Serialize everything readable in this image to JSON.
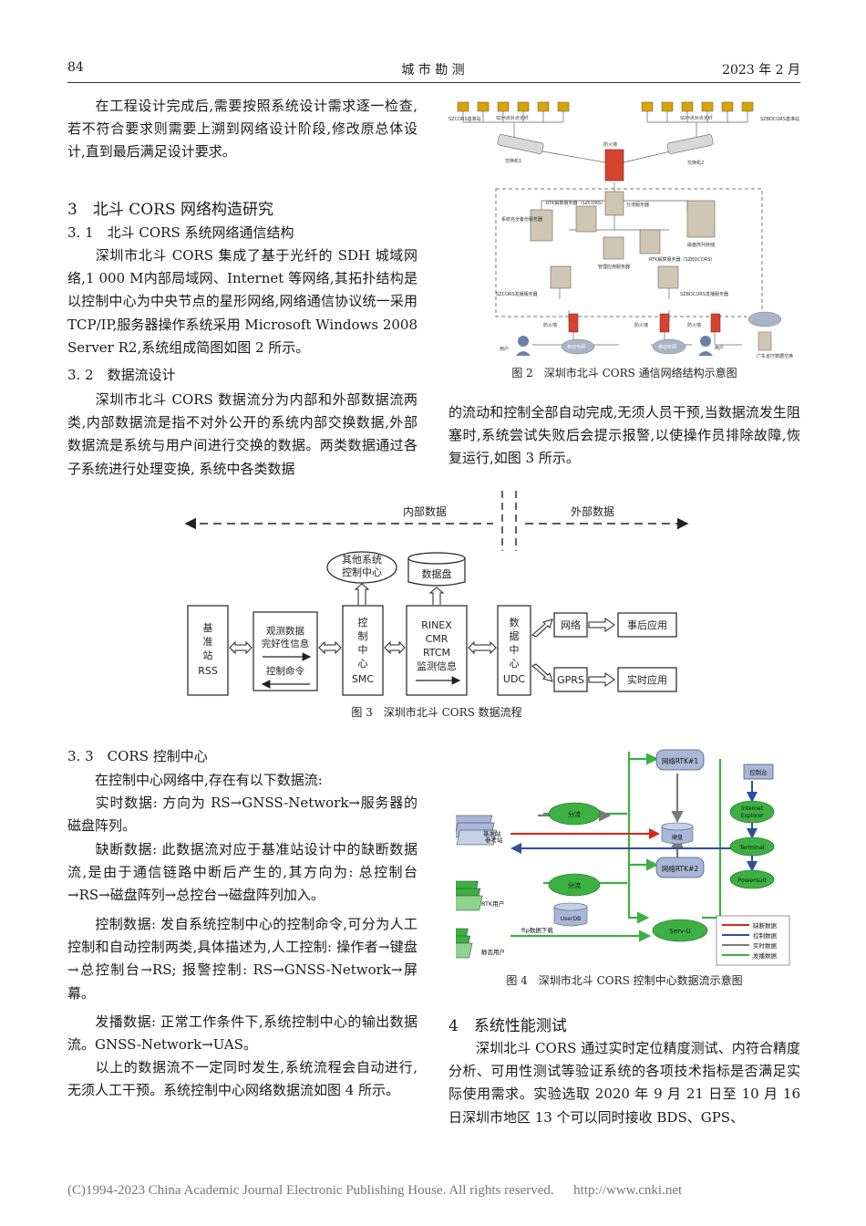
{
  "header": {
    "page_number": "84",
    "journal": "城 市 勘 测",
    "date": "2023 年 2 月"
  },
  "left_top": {
    "p1": "在工程设计完成后,需要按照系统设计需求逐一检查,若不符合要求则需要上溯到网络设计阶段,修改原总体设计,直到最后满足设计要求。",
    "section3_title": "3　北斗 CORS 网络构造研究",
    "s31_title": "3. 1　北斗 CORS 系统网络通信结构",
    "p2": "深圳市北斗 CORS 集成了基于光纤的 SDH 城域网络,1 000 M内部局域网、Internet 等网络,其拓扑结构是以控制中心为中央节点的星形网络,网络通信协议统一采用 TCP/IP,服务器操作系统采用 Microsoft Windows 2008 Server R2,系统组成简图如图 2 所示。",
    "s32_title": "3. 2　数据流设计",
    "p3": "深圳市北斗 CORS 数据流分为内部和外部数据流两类,内部数据流是指不对外公开的系统内部交换数据,外部数据流是系统与用户间进行交换的数据。两类数据通过各子系统进行处理变换, 系统中各类数据"
  },
  "fig2": {
    "caption": "图 2　深圳市北斗 CORS 通信网络结构示意图",
    "labels": {
      "szcors": "SZCORS基准站",
      "sdh_l": "SDH点对点光纤",
      "sdh_r": "SDH点对点光纤",
      "szbd": "SZBDCORS基准站",
      "sw1": "交换机1",
      "sw2": "交换机2",
      "fw": "防火墙",
      "backup": "系统完全备份服务器",
      "rtk1": "RTK解算服务器（SZCORS）",
      "split": "分流服务器",
      "mgmt": "管理应用服务器",
      "array": "磁盘阵列存储",
      "rtk2": "RTK解算服务器（SZBDCORS）",
      "bc1": "SZCORS发播服务器",
      "bc2": "SZBDCORS发播服务器",
      "fw1": "防火墙",
      "fw2": "防火墙",
      "fw3": "防火墙",
      "user1": "用户",
      "user2": "用户",
      "net1": "移动专网",
      "net2": "移动专网",
      "gd": "广东省厅数据交换"
    }
  },
  "right_top": {
    "p1": "的流动和控制全部自动完成,无须人员干预,当数据流发生阻塞时,系统尝试失败后会提示报警,以使操作员排除故障,恢复运行,如图 3 所示。"
  },
  "fig3": {
    "caption": "图 3　深圳市北斗 CORS 数据流程",
    "internal": "内部数据",
    "external": "外部数据",
    "other_center_1": "其他系统",
    "other_center_2": "控制中心",
    "disk": "数据盘",
    "rss": [
      "基",
      "准",
      "站",
      "RSS"
    ],
    "obs_1": "观测数据",
    "obs_2": "完好性信息",
    "ctrl_cmd": "控制命令",
    "smc": [
      "控",
      "制",
      "中",
      "心",
      "SMC"
    ],
    "rinex": [
      "RINEX",
      "CMR",
      "RTCM",
      "监测信息"
    ],
    "udc": [
      "数",
      "据",
      "中",
      "心",
      "UDC"
    ],
    "network": "网络",
    "gprs": "GPRS",
    "post_app": "事后应用",
    "rt_app": "实时应用"
  },
  "left_bottom": {
    "s33_title": "3. 3　CORS 控制中心",
    "p1": "在控制中心网络中,存在有以下数据流:",
    "p2": "实时数据: 方向为 RS→GNSS-Network→服务器的磁盘阵列。",
    "p3": "缺断数据: 此数据流对应于基准站设计中的缺断数据流,是由于通信链路中断后产生的,其方向为: 总控制台→RS→磁盘阵列→总控台→磁盘阵列加入。",
    "p4": "控制数据: 发自系统控制中心的控制命令,可分为人工控制和自动控制两类,具体描述为,人工控制: 操作者→键盘→总控制台→RS; 报警控制: RS→GNSS-Network→屏幕。",
    "p5": "发播数据: 正常工作条件下,系统控制中心的输出数据流。GNSS-Network→UAS。",
    "p6": "以上的数据流不一定同时发生,系统流程会自动进行,无须人工干预。系统控制中心网络数据流如图 4 所示。"
  },
  "fig4": {
    "caption": "图 4　深圳市北斗 CORS 控制中心数据流示意图",
    "rtk1": "网络RTK#1",
    "rtk2": "网络RTK#2",
    "console": "控制台",
    "ie_1": "Internet",
    "ie_2": "Explorer",
    "terminal": "Terminal",
    "powersuit": "Powersuit",
    "split1": "分流",
    "split2": "分流",
    "disk": "硬盘",
    "userdb": "UserDB",
    "ref_1": "基准站",
    "ref_2": "参考站",
    "rtk_user": "RTK用户",
    "static_user": "静态用户",
    "ftp": "ftp数据下载",
    "servu": "Serv-U",
    "legend": [
      "缺断数据",
      "控制数据",
      "实时数据",
      "发播数据"
    ],
    "legend_colors": [
      "#d9251d",
      "#2b4fa0",
      "#7a7a7a",
      "#3cb043"
    ]
  },
  "right_bottom": {
    "section4_title": "4　系统性能测试",
    "p1": "深圳北斗 CORS 通过实时定位精度测试、内符合精度分析、可用性测试等验证系统的各项技术指标是否满足实际使用需求。实验选取 2020 年 9 月 21 日至 10 月 16 日深圳市地区 13 个可以同时接收 BDS、GPS、"
  },
  "footer": {
    "copyright": "(C)1994-2023 China Academic Journal Electronic Publishing House. All rights reserved.",
    "url": "http://www.cnki.net"
  }
}
